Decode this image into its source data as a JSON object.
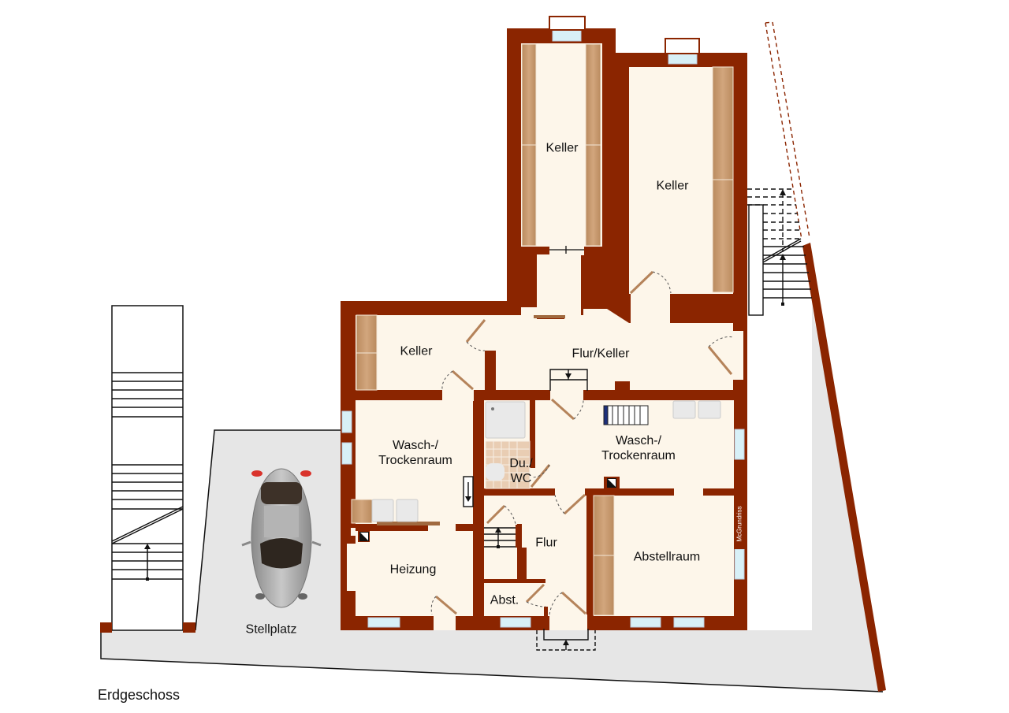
{
  "plan": {
    "floor_title": "Erdgeschoss",
    "brand": "McGrundriss",
    "colors": {
      "wall": "#8b2500",
      "floor": "#fdf6ea",
      "yard": "#e6e6e6",
      "cabinet": "#c49a72",
      "window": "#d8f0f7",
      "line": "#111111"
    }
  },
  "rooms": {
    "keller_north_left": "Keller",
    "keller_north_right": "Keller",
    "keller_west": "Keller",
    "flur_keller": "Flur/Keller",
    "wasch_west": "Wasch-/\nTrockenraum",
    "dusche_wc": "Du./\nWC",
    "wasch_east": "Wasch-/\nTrockenraum",
    "heizung": "Heizung",
    "flur": "Flur",
    "abst": "Abst.",
    "abstellraum": "Abstellraum",
    "stellplatz": "Stellplatz"
  }
}
